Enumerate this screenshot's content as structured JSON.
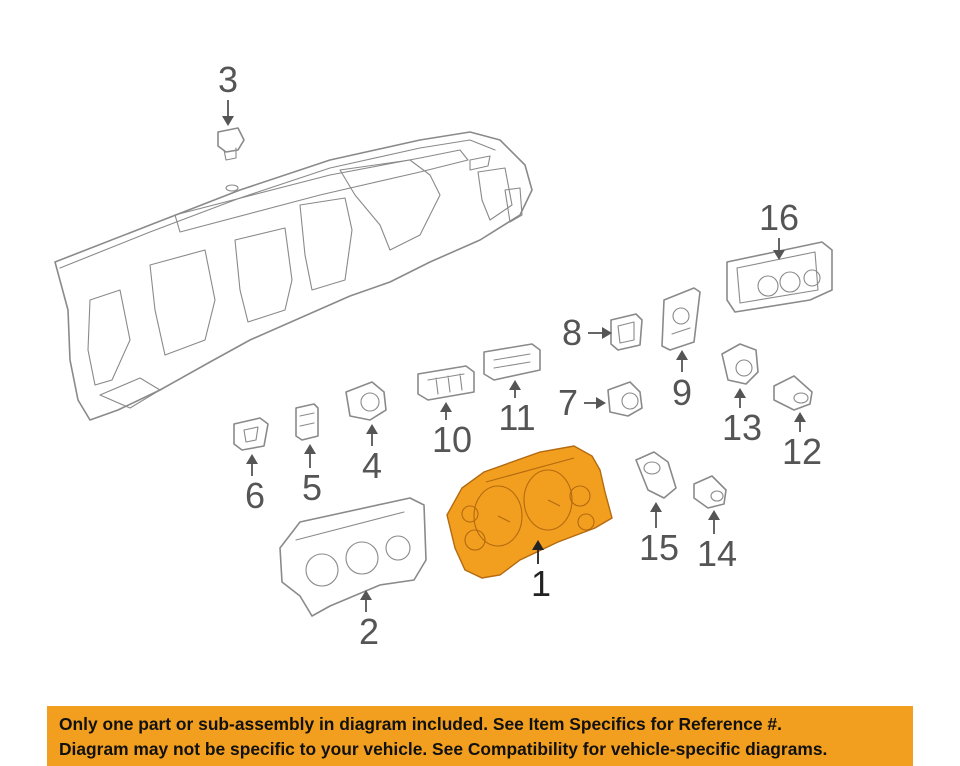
{
  "colors": {
    "highlight": "#F29E1F",
    "highlight_dark": "#b36a10",
    "line_art": "#8a8a8a",
    "callout_text": "#555555",
    "banner_background": "#F29E1F",
    "banner_text": "#111111"
  },
  "callouts": {
    "c1": "1",
    "c2": "2",
    "c3": "3",
    "c4": "4",
    "c5": "5",
    "c6": "6",
    "c7": "7",
    "c8": "8",
    "c9": "9",
    "c10": "10",
    "c11": "11",
    "c12": "12",
    "c13": "13",
    "c14": "14",
    "c15": "15",
    "c16": "16"
  },
  "highlighted_callout": "1",
  "notice": {
    "line1": "Only one part or sub-assembly in diagram included. See Item Specifics for Reference #.",
    "line2": "Diagram may not be specific to your vehicle. See Compatibility for vehicle-specific diagrams."
  }
}
